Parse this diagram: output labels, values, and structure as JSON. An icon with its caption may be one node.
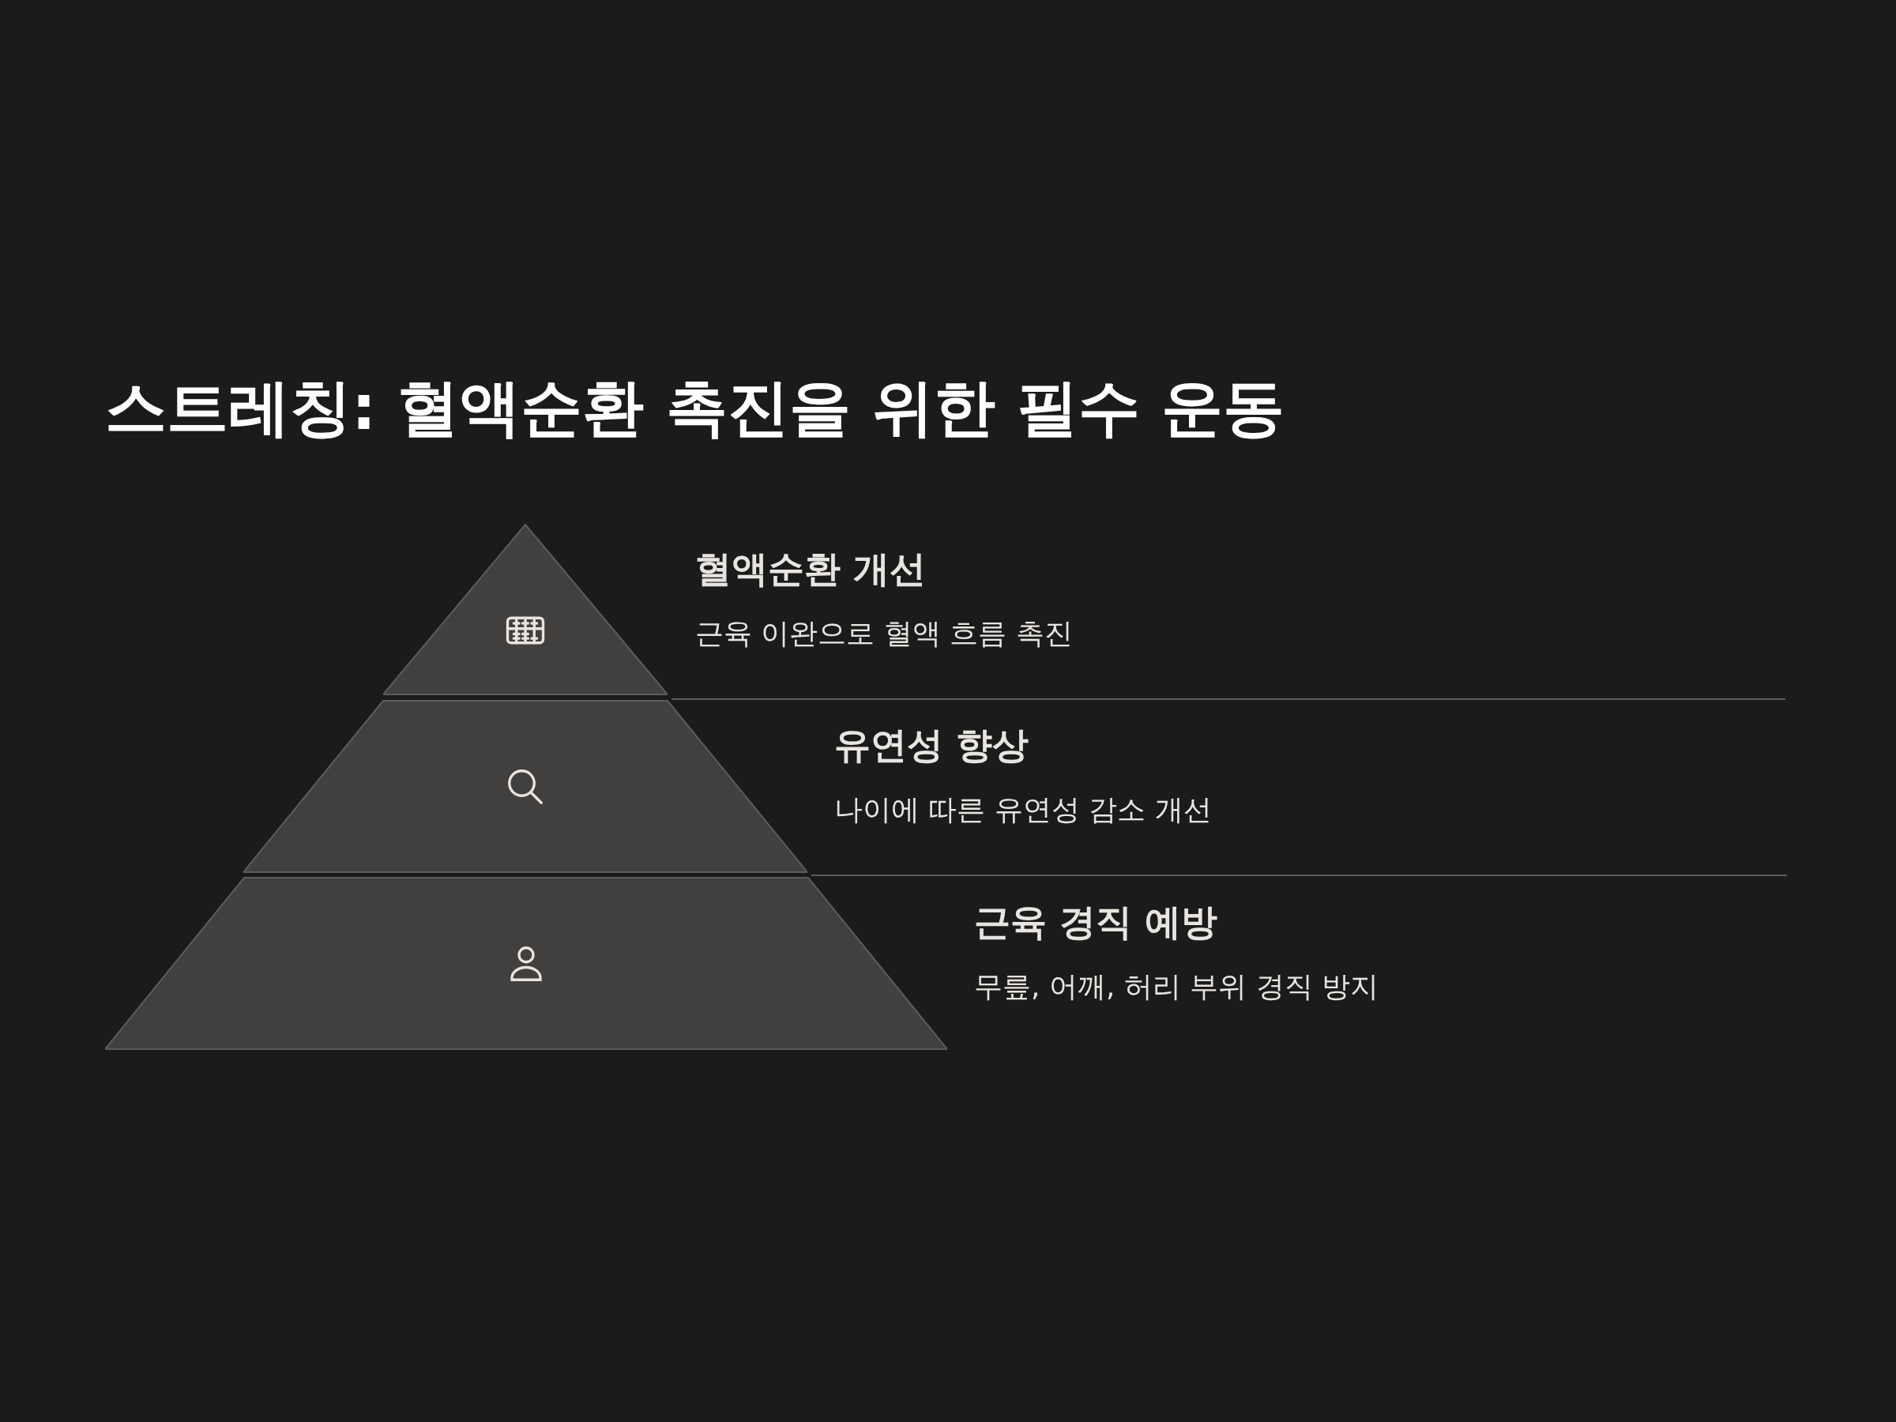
{
  "diagram": {
    "title": "스트레칭: 혈액순환 촉진을 위한 필수 운동",
    "nodes": [
      {
        "text": [],
        "shape": "triangle",
        "beside": [
          "혈액순환 개선",
          "근육 이완으로 혈액 흐름 촉진"
        ]
      },
      {
        "text": [],
        "shape": "trapezoid",
        "beside": [
          "유연성 향상",
          "나이에 따른 유연성 감소 개선"
        ]
      },
      {
        "text": [],
        "shape": "trapezoid",
        "beside": [
          "근육 경직 예방",
          "무릎, 어깨, 허리 부위 경직 방지"
        ]
      }
    ],
    "edges": []
  }
}
